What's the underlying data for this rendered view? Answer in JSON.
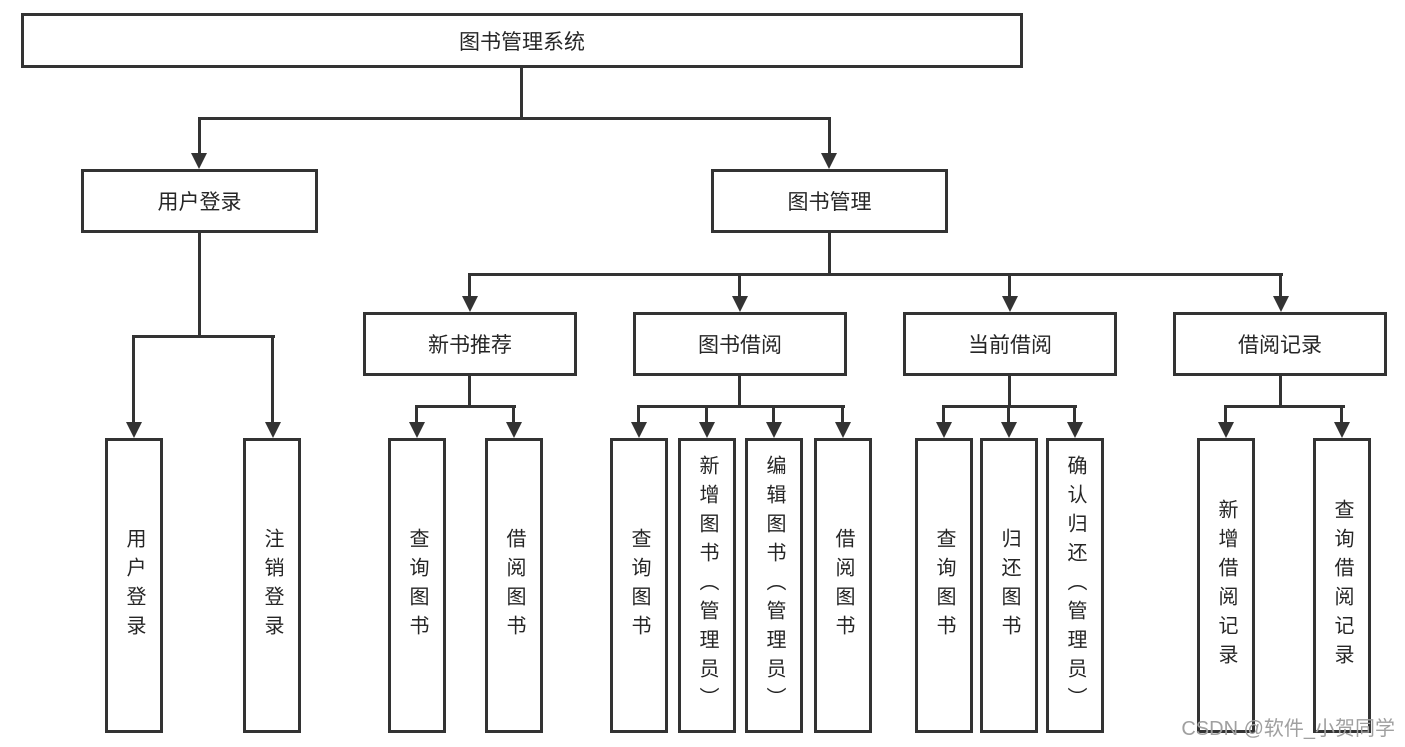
{
  "diagram": {
    "type": "tree",
    "title": "图书管理系统",
    "colors": {
      "background": "#ffffff",
      "line": "#333333",
      "box_border": "#333333",
      "text": "#262626",
      "watermark": "#a0a0a0"
    },
    "nodes": {
      "root": {
        "label": "图书管理系统"
      },
      "user_login": {
        "label": "用户登录"
      },
      "book_mgmt": {
        "label": "图书管理"
      },
      "new_book": {
        "label": "新书推荐"
      },
      "book_borrow": {
        "label": "图书借阅"
      },
      "current_borrow": {
        "label": "当前借阅"
      },
      "borrow_records": {
        "label": "借阅记录"
      },
      "leaves": {
        "user_login_1": "用户登录",
        "user_login_2": "注销登录",
        "new_book_1": "查询图书",
        "new_book_2": "借阅图书",
        "book_borrow_1": "查询图书",
        "book_borrow_2": "新增图书（管理员）",
        "book_borrow_3": "编辑图书（管理员）",
        "book_borrow_4": "借阅图书",
        "current_1": "查询图书",
        "current_2": "归还图书",
        "current_3": "确认归还（管理员）",
        "records_1": "新增借阅记录",
        "records_2": "查询借阅记录"
      }
    },
    "watermark": "CSDN @软件_小贺同学"
  }
}
